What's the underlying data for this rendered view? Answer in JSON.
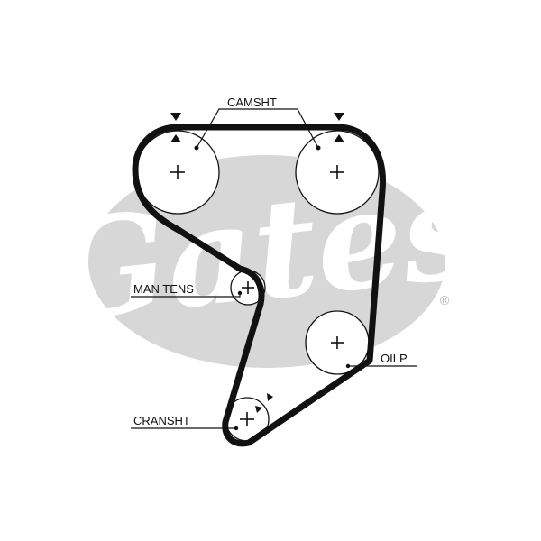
{
  "diagram": {
    "labels": {
      "camshaft": "CAMSHT",
      "tensioner": "MAN TENS",
      "oil_pump": "OILP",
      "crankshaft": "CRANSHT"
    },
    "watermark": {
      "brand": "Gates",
      "registered_mark": "®"
    },
    "colors": {
      "ink": "#111111",
      "watermark": "#d7d7d7",
      "watermark_text": "#ffffff",
      "background": "#ffffff"
    }
  }
}
